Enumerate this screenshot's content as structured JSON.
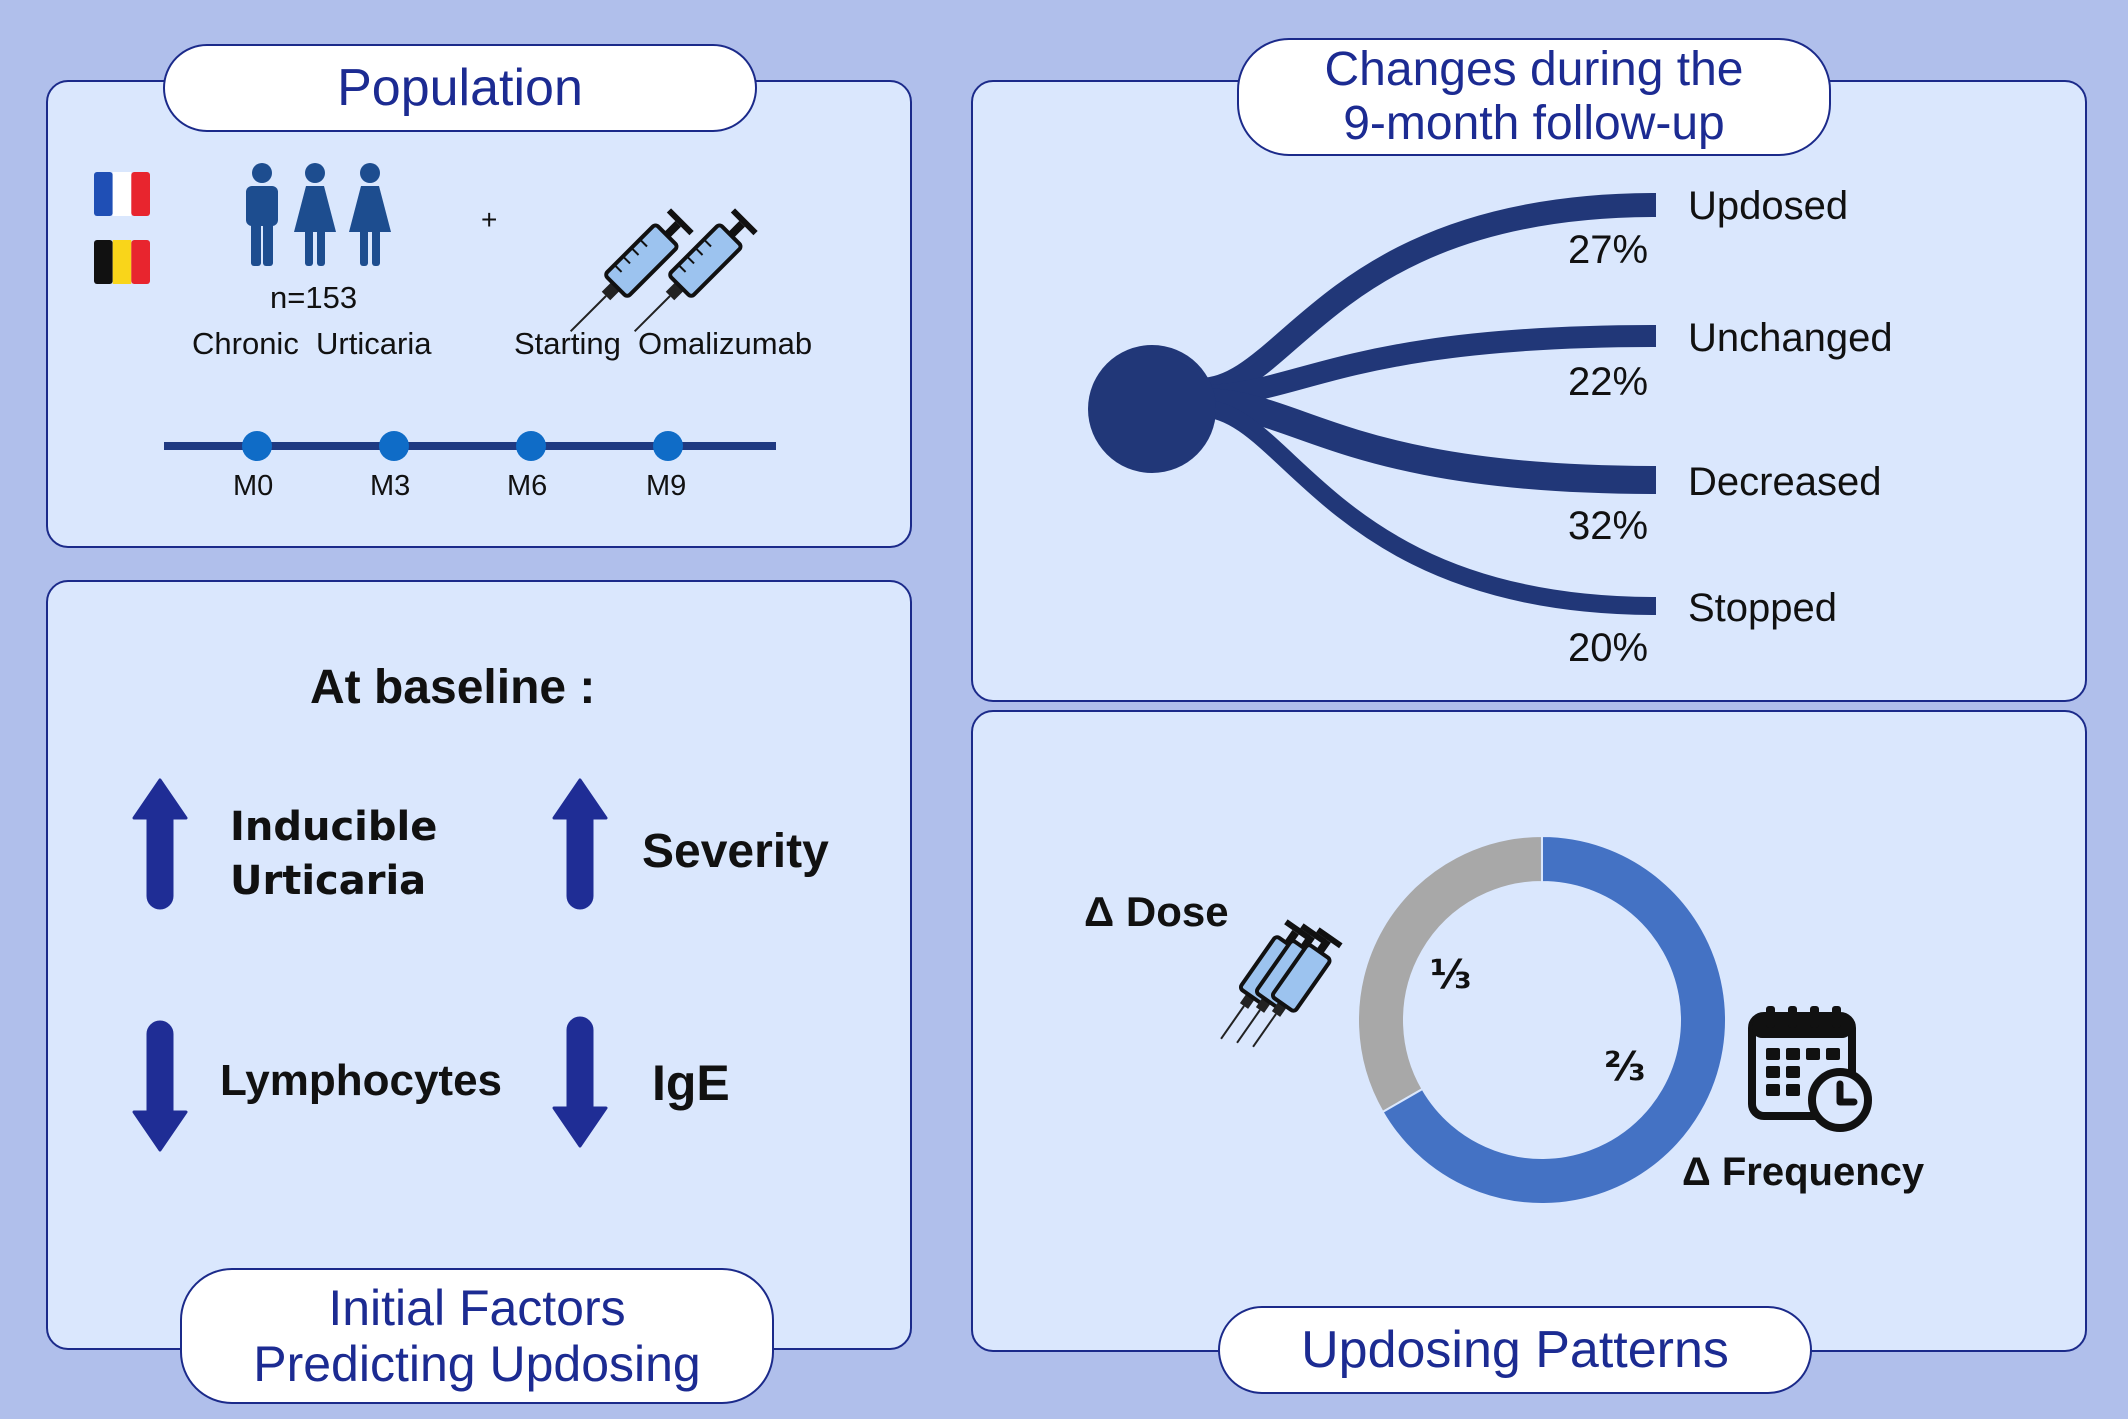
{
  "population": {
    "title": "Population",
    "n_label": "n=153",
    "condition_label": "Chronic  Urticaria",
    "plus_sign": "+",
    "treatment_label": "Starting  Omalizumab",
    "timeline": [
      "M0",
      "M3",
      "M6",
      "M9"
    ],
    "flags": [
      "france-flag",
      "belgium-flag"
    ]
  },
  "changes": {
    "title_line1": "Changes during the",
    "title_line2": "9-month follow-up",
    "branches": [
      {
        "label": "Updosed",
        "percent": "27%"
      },
      {
        "label": "Unchanged",
        "percent": "22%"
      },
      {
        "label": "Decreased",
        "percent": "32%"
      },
      {
        "label": "Stopped",
        "percent": "20%"
      }
    ]
  },
  "factors": {
    "heading": "At baseline :",
    "items": [
      {
        "direction": "up",
        "label_line1": "Inducible",
        "label_line2": "Urticaria"
      },
      {
        "direction": "up",
        "label": "Severity"
      },
      {
        "direction": "down",
        "label": "Lymphocytes"
      },
      {
        "direction": "down",
        "label": "IgE"
      }
    ],
    "title_line1": "Initial Factors",
    "title_line2": "Predicting Updosing"
  },
  "patterns": {
    "title": "Updosing Patterns",
    "dose_label": "Δ Dose",
    "frequency_label": "Δ Frequency",
    "dose_fraction": "⅓",
    "frequency_fraction": "⅔",
    "donut": [
      {
        "name": "Δ Dose",
        "value": 0.3333,
        "color": "#a8a8a8"
      },
      {
        "name": "Δ Frequency",
        "value": 0.6667,
        "color": "#4472c4"
      }
    ]
  },
  "colors": {
    "background": "#b0bfeb",
    "panel": "#dae7fd",
    "navy": "#1c2b92",
    "branch": "#213778",
    "dot": "#0f6cc7"
  }
}
